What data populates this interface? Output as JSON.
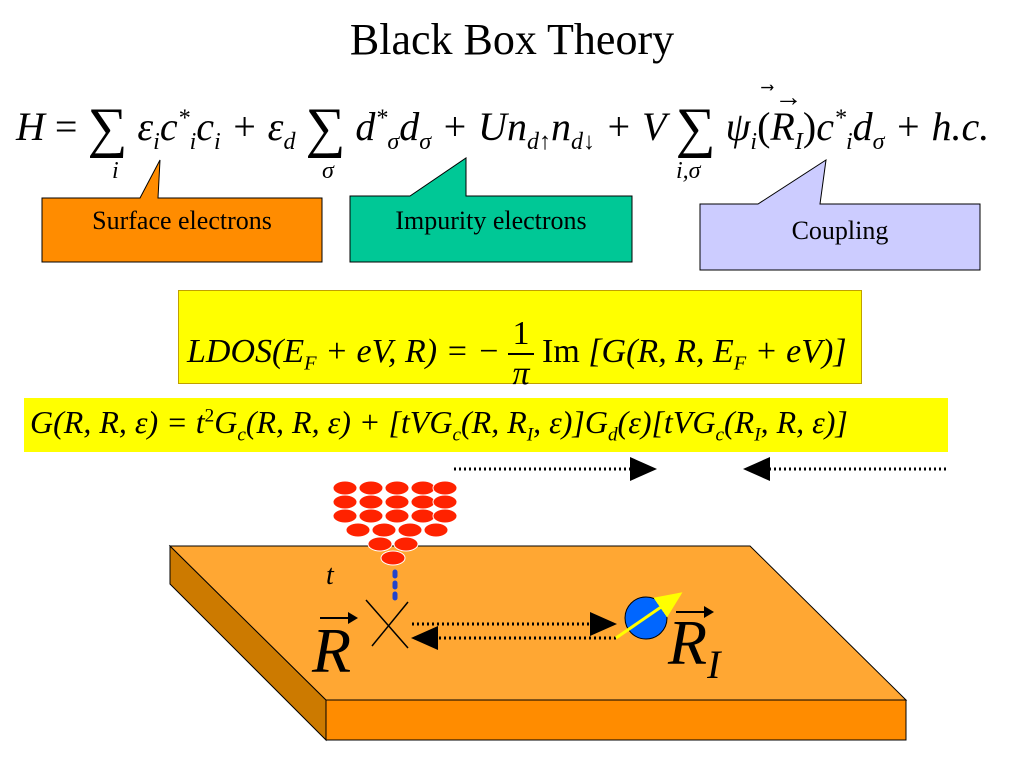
{
  "slide": {
    "title": "Black Box Theory"
  },
  "hamiltonian": {
    "text_H": "H",
    "text_eq": "=",
    "sum_sub_1": "i",
    "sum_sub_2": "σ",
    "sum_sub_3": "i,σ",
    "term1": "ε",
    "term1_sub": "i",
    "term1_c": "c",
    "term1_c_sub": "i",
    "term1_c_sup": "*",
    "term1_c2": "c",
    "term1_c2_sub": "i",
    "term2_pre": "+ ε",
    "term2_pre_sub": "d",
    "term2_d": "d",
    "term2_d_sup": "*",
    "term2_d_sub": "σ",
    "term2_d2": "d",
    "term2_d2_sub": "σ",
    "term3": "+ Un",
    "term3_sub": "d↑",
    "term3_n": "n",
    "term3_n_sub": "d↓",
    "term4_pre": "+ V",
    "term4_psi": "ψ",
    "term4_psi_sub": "i",
    "term4_arg_open": "(",
    "term4_R": "R",
    "term4_R_sub": "I",
    "term4_arg_close": ")",
    "term4_c": "c",
    "term4_c_sub": "i",
    "term4_c_sup": "*",
    "term4_d": "d",
    "term4_d_sub": "σ",
    "term5": "+ h.c."
  },
  "labels": {
    "surface": "Surface electrons",
    "impurity": "Impurity electrons",
    "coupling": "Coupling"
  },
  "ldos": {
    "lhs": "LDOS(E",
    "lhs_sub": "F",
    "lhs_rest": " + eV, R) = −",
    "frac_num": "1",
    "frac_den": "π",
    "im": "Im",
    "rhs_pre": "[G(R, R, E",
    "rhs_sub": "F",
    "rhs_post": " + eV)]"
  },
  "green": {
    "part1": "G(R, R, ε) = t",
    "part1_sup": "2",
    "part2": "G",
    "part2_sub": "c",
    "part3": "(R, R, ε) + [tVG",
    "part3_sub": "c",
    "part4": "(R, R",
    "part4_sub": "I",
    "part5": ", ε)]G",
    "part5_sub": "d",
    "part6": "(ε)[tVG",
    "part6_sub": "c",
    "part7": "(R",
    "part7_sub": "I",
    "part8": ", R, ε)]"
  },
  "diagram": {
    "tip_label": "t",
    "position_label": "R",
    "impurity_label": "R",
    "impurity_label_sub": "I"
  },
  "colors": {
    "orange_label": "#ff8c00",
    "green_label": "#00c896",
    "lavender_label": "#ccccff",
    "yellow_box": "#ffff00",
    "slab_top": "#ffa733",
    "slab_side": "#cc7a00",
    "tip_atoms": "#ff2200",
    "impurity": "#0066ff",
    "spin_arrow": "#ffff00"
  }
}
